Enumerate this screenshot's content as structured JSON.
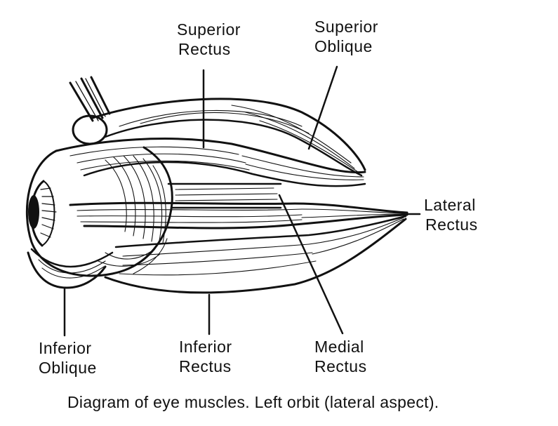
{
  "labels": {
    "superior_rectus": {
      "line1": "Superior",
      "line2": "Rectus"
    },
    "superior_oblique": {
      "line1": "Superior",
      "line2": "Oblique"
    },
    "lateral_rectus": {
      "line1": "Lateral",
      "line2": "Rectus"
    },
    "inferior_oblique": {
      "line1": "Inferior",
      "line2": "Oblique"
    },
    "inferior_rectus": {
      "line1": "Inferior",
      "line2": "Rectus"
    },
    "medial_rectus": {
      "line1": "Medial",
      "line2": "Rectus"
    }
  },
  "caption": "Diagram of eye muscles. Left orbit (lateral aspect).",
  "colors": {
    "ink": "#111111",
    "background": "#ffffff"
  }
}
